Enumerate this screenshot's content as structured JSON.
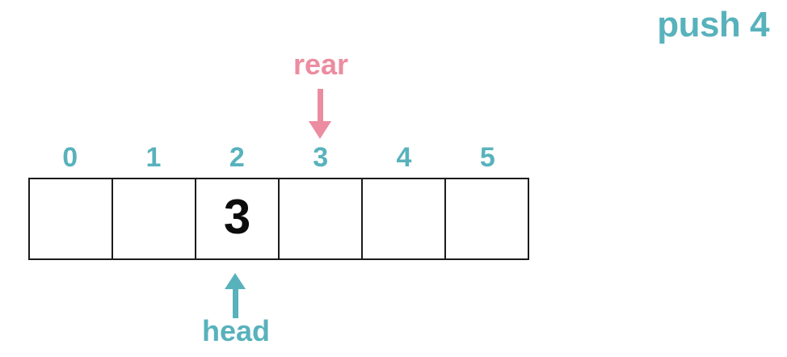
{
  "operation": {
    "label": "push 4"
  },
  "pointers": {
    "rear": {
      "label": "rear",
      "points_to_index": 3
    },
    "head": {
      "label": "head",
      "points_to_index": 2
    }
  },
  "array": {
    "indices": [
      "0",
      "1",
      "2",
      "3",
      "4",
      "5"
    ],
    "cells": [
      "",
      "",
      "3",
      "",
      "",
      ""
    ]
  },
  "colors": {
    "teal": "#58b2bc",
    "pink": "#ec8ca0",
    "line": "#1b1b1b",
    "value": "#0c0c0c",
    "background": "#ffffff"
  }
}
